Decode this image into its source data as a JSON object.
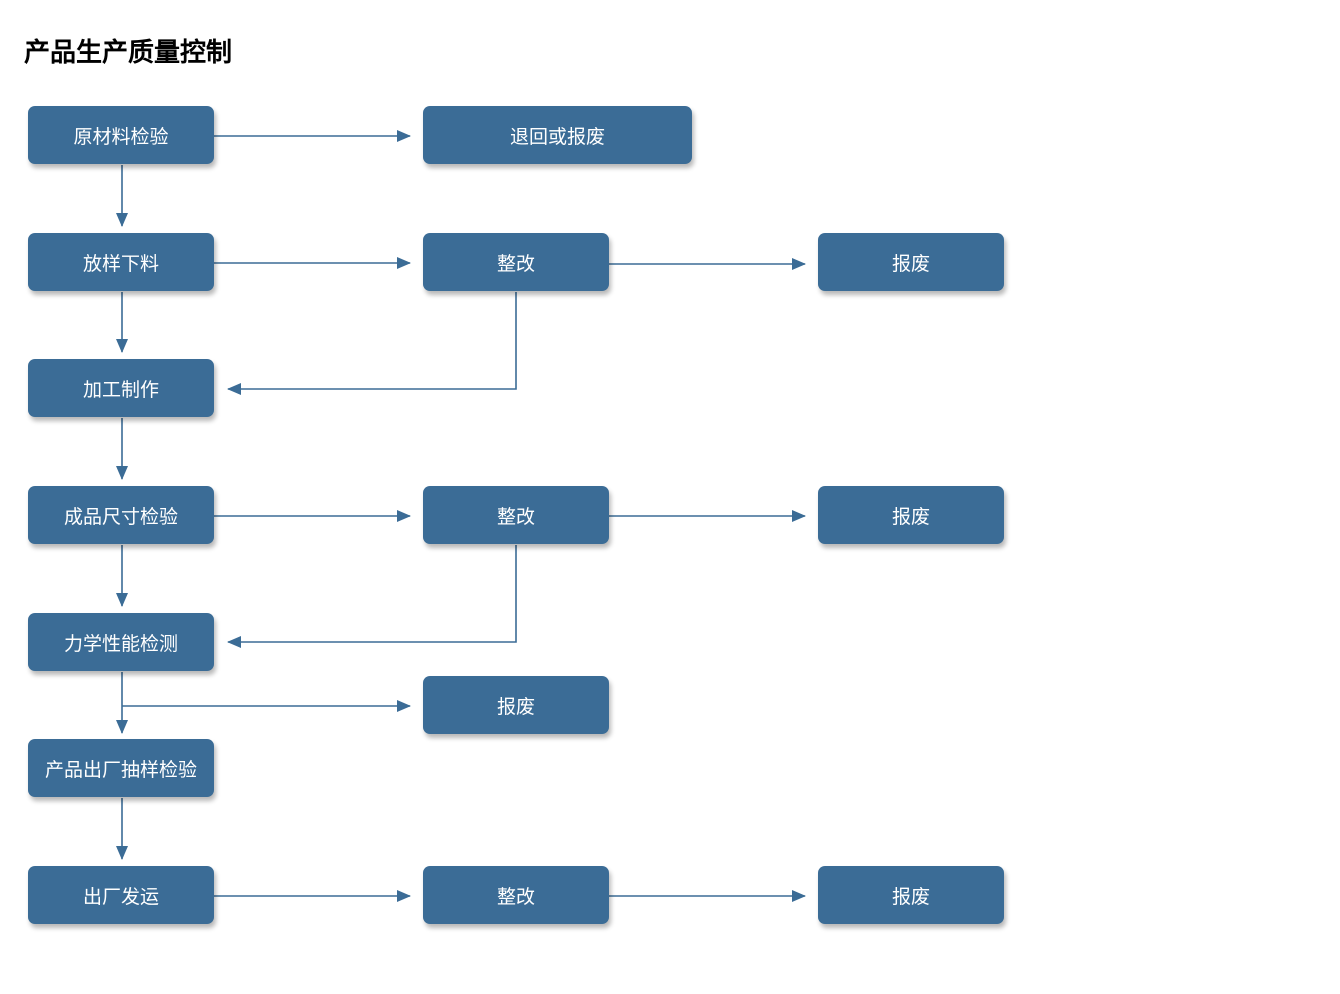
{
  "title": "产品生产质量控制",
  "colors": {
    "node_fill": "#3b6c96",
    "node_text": "#ffffff",
    "connector": "#3b6c96"
  },
  "nodes": {
    "raw_material_inspection": "原材料检验",
    "return_or_scrap": "退回或报废",
    "layout_cutting": "放样下料",
    "rectify_1": "整改",
    "scrap_1": "报废",
    "processing": "加工制作",
    "dimension_inspection": "成品尺寸检验",
    "rectify_2": "整改",
    "scrap_2": "报废",
    "mechanical_test": "力学性能检测",
    "scrap_3": "报废",
    "sampling_inspection": "产品出厂抽样检验",
    "shipping": "出厂发运",
    "rectify_3": "整改",
    "scrap_4": "报废"
  }
}
